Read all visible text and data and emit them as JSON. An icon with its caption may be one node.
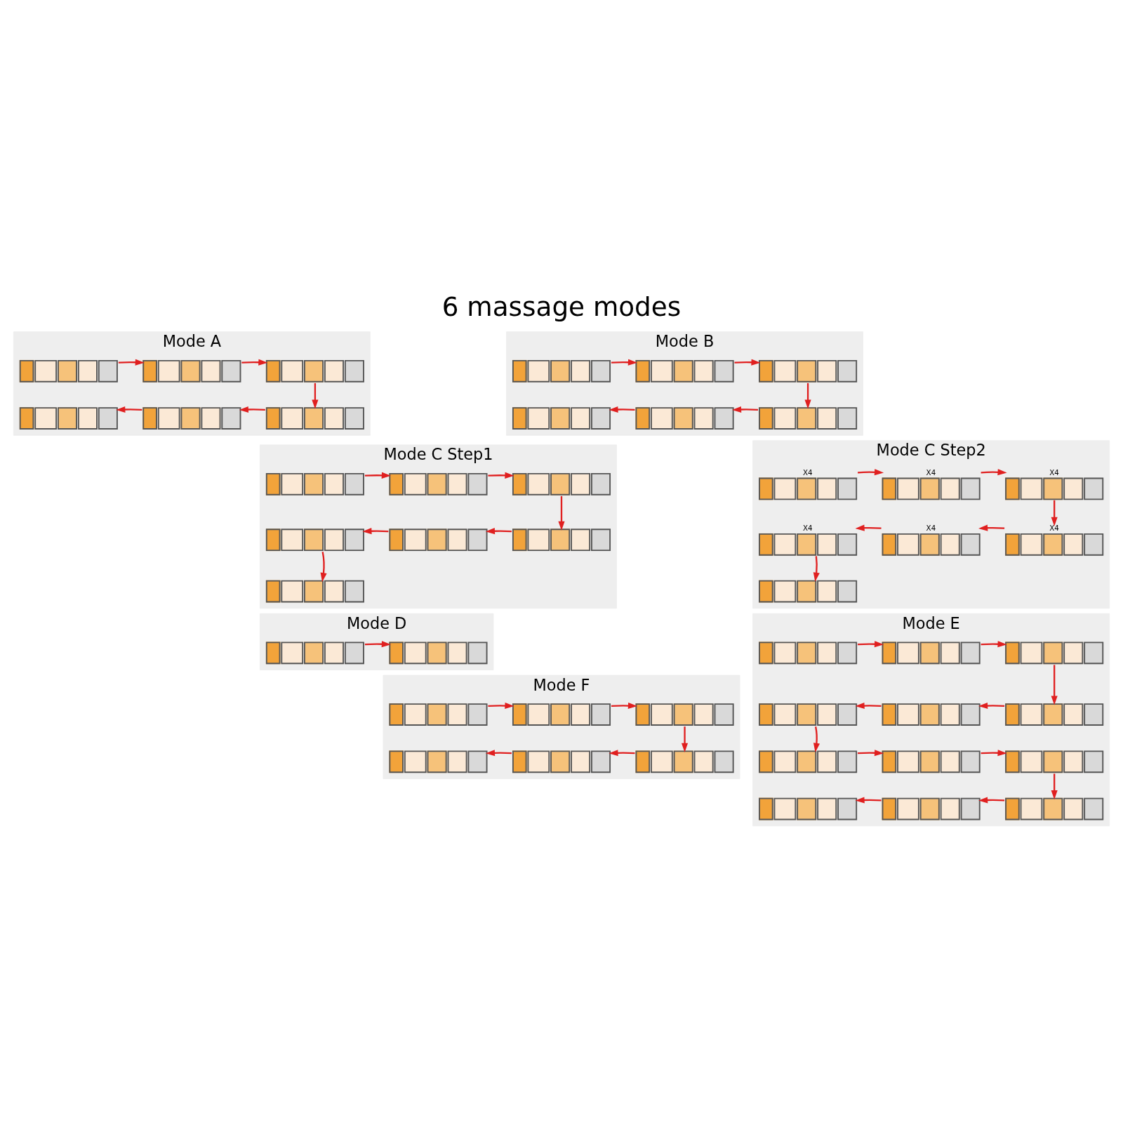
{
  "diagram": {
    "title": "6 massage modes",
    "nodes": [
      {
        "text": [
          "Mode A"
        ]
      },
      {
        "text": [],
        "shape": "picture",
        "in": 0
      },
      {
        "text": [],
        "shape": "picture",
        "in": 0
      },
      {
        "text": [],
        "shape": "picture",
        "in": 0
      },
      {
        "text": [],
        "shape": "picture",
        "in": 0
      },
      {
        "text": [],
        "shape": "picture",
        "in": 0
      },
      {
        "text": [],
        "shape": "picture",
        "in": 0
      },
      {
        "text": [
          "Mode B"
        ]
      },
      {
        "text": [],
        "shape": "picture",
        "in": 7
      },
      {
        "text": [],
        "shape": "picture",
        "in": 7
      },
      {
        "text": [],
        "shape": "picture",
        "in": 7
      },
      {
        "text": [],
        "shape": "picture",
        "in": 7
      },
      {
        "text": [],
        "shape": "picture",
        "in": 7
      },
      {
        "text": [],
        "shape": "picture",
        "in": 7
      },
      {
        "text": [
          "Mode C Step1"
        ]
      },
      {
        "text": [],
        "shape": "picture",
        "in": 14
      },
      {
        "text": [],
        "shape": "picture",
        "in": 14
      },
      {
        "text": [],
        "shape": "picture",
        "in": 14
      },
      {
        "text": [],
        "shape": "picture",
        "in": 14
      },
      {
        "text": [],
        "shape": "picture",
        "in": 14
      },
      {
        "text": [],
        "shape": "picture",
        "in": 14
      },
      {
        "text": [],
        "shape": "picture",
        "in": 14
      },
      {
        "text": [
          "Mode C Step2"
        ]
      },
      {
        "text": [],
        "shape": "picture",
        "in": 22,
        "beside": [
          "X4"
        ]
      },
      {
        "text": [],
        "shape": "picture",
        "in": 22,
        "beside": [
          "X4"
        ]
      },
      {
        "text": [],
        "shape": "picture",
        "in": 22,
        "beside": [
          "X4"
        ]
      },
      {
        "text": [],
        "shape": "picture",
        "in": 22,
        "beside": [
          "X4"
        ]
      },
      {
        "text": [],
        "shape": "picture",
        "in": 22,
        "beside": [
          "X4"
        ]
      },
      {
        "text": [],
        "shape": "picture",
        "in": 22,
        "beside": [
          "X4"
        ]
      },
      {
        "text": [],
        "shape": "picture",
        "in": 22
      },
      {
        "text": [
          "Mode D"
        ]
      },
      {
        "text": [],
        "shape": "picture",
        "in": 30
      },
      {
        "text": [],
        "shape": "picture",
        "in": 30
      },
      {
        "text": [
          "Mode E"
        ]
      },
      {
        "text": [],
        "shape": "picture",
        "in": 33
      },
      {
        "text": [],
        "shape": "picture",
        "in": 33
      },
      {
        "text": [],
        "shape": "picture",
        "in": 33
      },
      {
        "text": [],
        "shape": "picture",
        "in": 33
      },
      {
        "text": [],
        "shape": "picture",
        "in": 33
      },
      {
        "text": [],
        "shape": "picture",
        "in": 33
      },
      {
        "text": [],
        "shape": "picture",
        "in": 33
      },
      {
        "text": [],
        "shape": "picture",
        "in": 33
      },
      {
        "text": [],
        "shape": "picture",
        "in": 33
      },
      {
        "text": [],
        "shape": "picture",
        "in": 33
      },
      {
        "text": [],
        "shape": "picture",
        "in": 33
      },
      {
        "text": [],
        "shape": "picture",
        "in": 33
      },
      {
        "text": [
          "Mode F"
        ]
      },
      {
        "text": [],
        "shape": "picture",
        "in": 46
      },
      {
        "text": [],
        "shape": "picture",
        "in": 46
      },
      {
        "text": [],
        "shape": "picture",
        "in": 46
      },
      {
        "text": [],
        "shape": "picture",
        "in": 46
      },
      {
        "text": [],
        "shape": "picture",
        "in": 46
      },
      {
        "text": [],
        "shape": "picture",
        "in": 46
      }
    ],
    "edges": [
      {
        "from": 1,
        "to": 2,
        "arrow": "to"
      },
      {
        "from": 2,
        "to": 3,
        "arrow": "to"
      },
      {
        "from": 3,
        "to": 6,
        "arrow": "to"
      },
      {
        "from": 6,
        "to": 5,
        "arrow": "to"
      },
      {
        "from": 5,
        "to": 4,
        "arrow": "to"
      },
      {
        "from": 8,
        "to": 9,
        "arrow": "to"
      },
      {
        "from": 9,
        "to": 10,
        "arrow": "to"
      },
      {
        "from": 10,
        "to": 13,
        "arrow": "to"
      },
      {
        "from": 13,
        "to": 12,
        "arrow": "to"
      },
      {
        "from": 12,
        "to": 11,
        "arrow": "to"
      },
      {
        "from": 15,
        "to": 16,
        "arrow": "to"
      },
      {
        "from": 16,
        "to": 17,
        "arrow": "to"
      },
      {
        "from": 17,
        "to": 20,
        "arrow": "to"
      },
      {
        "from": 20,
        "to": 19,
        "arrow": "to"
      },
      {
        "from": 19,
        "to": 18,
        "arrow": "to"
      },
      {
        "from": 18,
        "to": 21,
        "arrow": "to"
      },
      {
        "from": 23,
        "to": 24,
        "arrow": "to"
      },
      {
        "from": 24,
        "to": 25,
        "arrow": "to"
      },
      {
        "from": 25,
        "to": 28,
        "arrow": "to"
      },
      {
        "from": 28,
        "to": 27,
        "arrow": "to"
      },
      {
        "from": 27,
        "to": 26,
        "arrow": "to"
      },
      {
        "from": 26,
        "to": 29,
        "arrow": "to"
      },
      {
        "from": 31,
        "to": 32,
        "arrow": "to"
      },
      {
        "from": 34,
        "to": 35,
        "arrow": "to"
      },
      {
        "from": 35,
        "to": 36,
        "arrow": "to"
      },
      {
        "from": 36,
        "to": 39,
        "arrow": "to"
      },
      {
        "from": 39,
        "to": 38,
        "arrow": "to"
      },
      {
        "from": 38,
        "to": 37,
        "arrow": "to"
      },
      {
        "from": 37,
        "to": 40,
        "arrow": "to"
      },
      {
        "from": 40,
        "to": 41,
        "arrow": "to"
      },
      {
        "from": 41,
        "to": 42,
        "arrow": "to"
      },
      {
        "from": 42,
        "to": 45,
        "arrow": "to"
      },
      {
        "from": 45,
        "to": 44,
        "arrow": "to"
      },
      {
        "from": 44,
        "to": 43,
        "arrow": "to"
      },
      {
        "from": 47,
        "to": 48,
        "arrow": "to"
      },
      {
        "from": 48,
        "to": 49,
        "arrow": "to"
      },
      {
        "from": 49,
        "to": 52,
        "arrow": "to"
      },
      {
        "from": 52,
        "to": 51,
        "arrow": "to"
      },
      {
        "from": 51,
        "to": 50,
        "arrow": "to"
      }
    ]
  }
}
